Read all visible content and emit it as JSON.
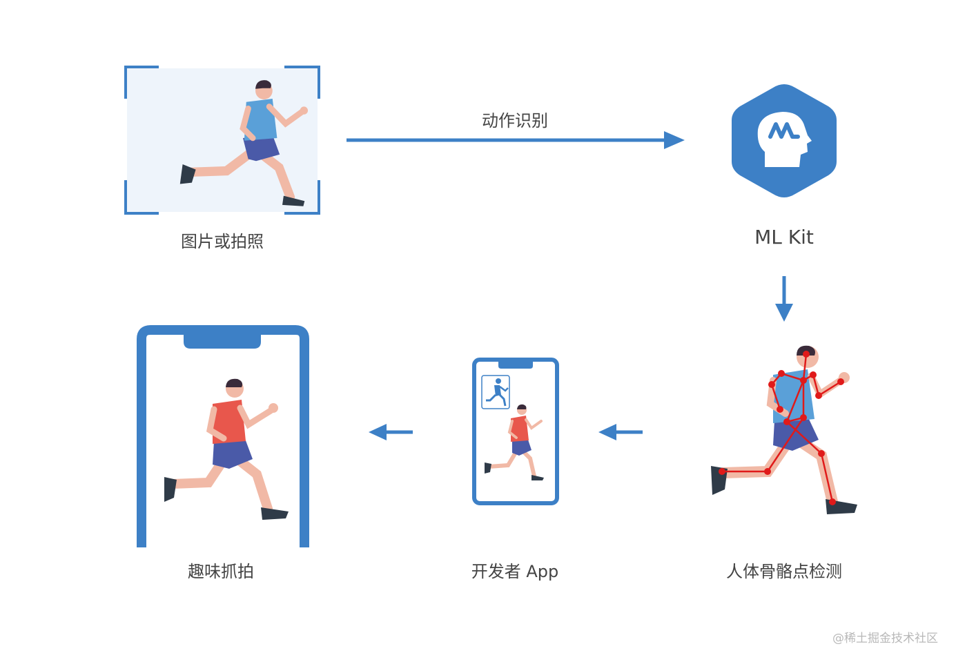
{
  "nodes": {
    "photo": {
      "label": "图片或拍照"
    },
    "mlkit": {
      "label": "ML Kit"
    },
    "skeleton": {
      "label": "人体骨骼点检测"
    },
    "app": {
      "label": "开发者 App"
    },
    "fun": {
      "label": "趣味抓拍"
    }
  },
  "edges": {
    "action_recognition": {
      "label": "动作识别"
    }
  },
  "watermark": "@稀土掘金技术社区",
  "colors": {
    "accent": "#3d80c6",
    "photo_bg": "#eef4fb",
    "shirt_blue": "#5aa0d8",
    "shirt_red": "#e8574c",
    "shorts": "#4a5aa8",
    "skin": "#f1b9a6",
    "hair": "#3a2b3a",
    "keypoint": "#e01a1a"
  },
  "icons": [
    "ml-brain-icon",
    "runner-figure",
    "phone-frame"
  ]
}
